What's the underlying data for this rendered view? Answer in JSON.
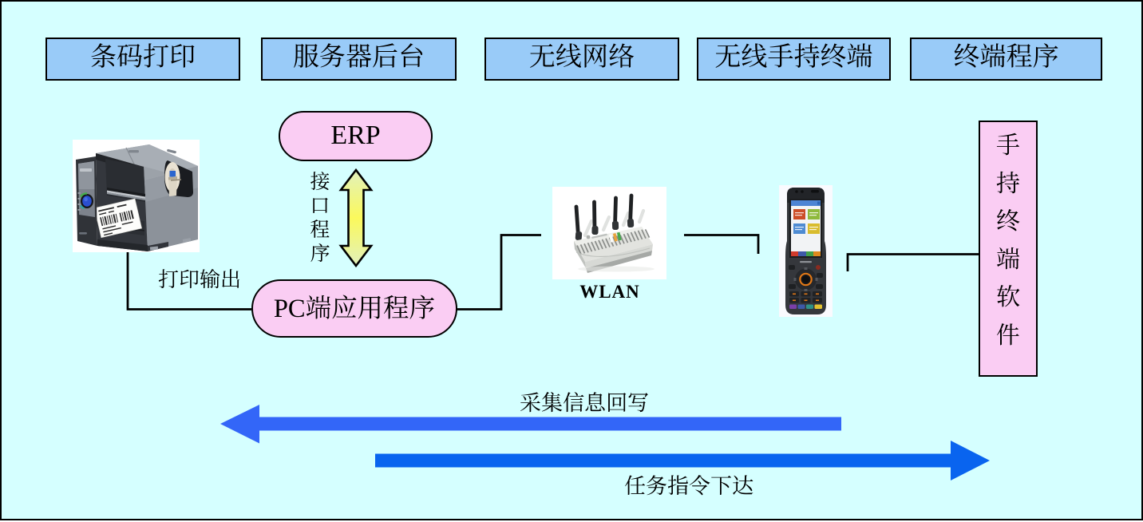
{
  "diagram": {
    "colors": {
      "background": "#D5FFFF",
      "header_box_fill": "#99CBF8",
      "node_fill_pink": "#FACDF3",
      "flow_arrow_up_color": "#3366F8",
      "flow_arrow_down_color": "#0964EF",
      "interface_arrow_fill": "#F8F75E",
      "outline": "#000000"
    },
    "headers": [
      {
        "label": "条码打印"
      },
      {
        "label": "服务器后台"
      },
      {
        "label": "无线网络"
      },
      {
        "label": "无线手持终端"
      },
      {
        "label": "终端程序"
      }
    ],
    "nodes": {
      "erp": {
        "label": "ERP"
      },
      "interface_program": {
        "label": "接口程序"
      },
      "pc_app": {
        "label": "PC端应用程序"
      },
      "handheld_software": {
        "label": "手持终端软件"
      }
    },
    "labels": {
      "print_output": "打印输出",
      "wlan": "WLAN"
    },
    "flows": {
      "collect_writeback": {
        "label": "采集信息回写",
        "direction": "left"
      },
      "task_dispatch": {
        "label": "任务指令下达",
        "direction": "right"
      }
    },
    "icons": {
      "printer": "barcode-printer",
      "router": "wireless-access-point",
      "handheld": "handheld-terminal"
    }
  }
}
